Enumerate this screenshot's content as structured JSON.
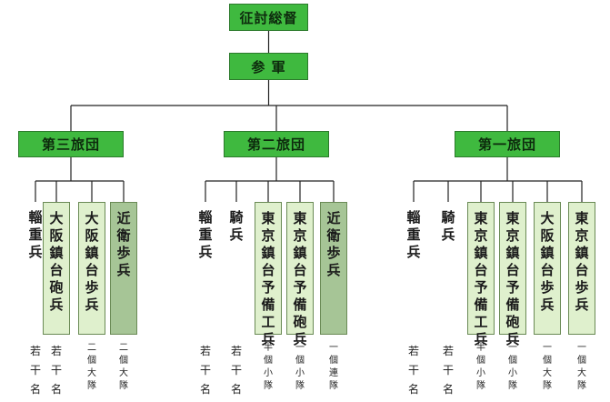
{
  "top": {
    "commander": "征討総督",
    "staff": "参 軍"
  },
  "brigades": [
    {
      "name": "第三旅団",
      "units": [
        {
          "label": "輜重兵",
          "size": "若干名",
          "style": "plain"
        },
        {
          "label": "大阪鎮台砲兵",
          "size": "若干名",
          "style": "light"
        },
        {
          "label": "大阪鎮台歩兵",
          "size": "二個大隊",
          "style": "light"
        },
        {
          "label": "近衛歩兵",
          "size": "二個大隊",
          "style": "dark"
        }
      ]
    },
    {
      "name": "第二旅団",
      "units": [
        {
          "label": "輜重兵",
          "size": "若干名",
          "style": "plain"
        },
        {
          "label": "騎兵",
          "size": "若干名",
          "style": "plain"
        },
        {
          "label": "東京鎮台予備工兵",
          "size": "半個小隊",
          "style": "light"
        },
        {
          "label": "東京鎮台予備砲兵",
          "size": "一個小隊",
          "style": "light"
        },
        {
          "label": "近衛歩兵",
          "size": "一個連隊",
          "style": "dark"
        }
      ]
    },
    {
      "name": "第一旅団",
      "units": [
        {
          "label": "輜重兵",
          "size": "若干名",
          "style": "plain"
        },
        {
          "label": "騎兵",
          "size": "若干名",
          "style": "plain"
        },
        {
          "label": "東京鎮台予備工兵",
          "size": "半個小隊",
          "style": "light"
        },
        {
          "label": "東京鎮台予備砲兵",
          "size": "一個小隊",
          "style": "light"
        },
        {
          "label": "大阪鎮台歩兵",
          "size": "一個大隊",
          "style": "light"
        },
        {
          "label": "東京鎮台歩兵",
          "size": "一個大隊",
          "style": "light"
        }
      ]
    }
  ]
}
